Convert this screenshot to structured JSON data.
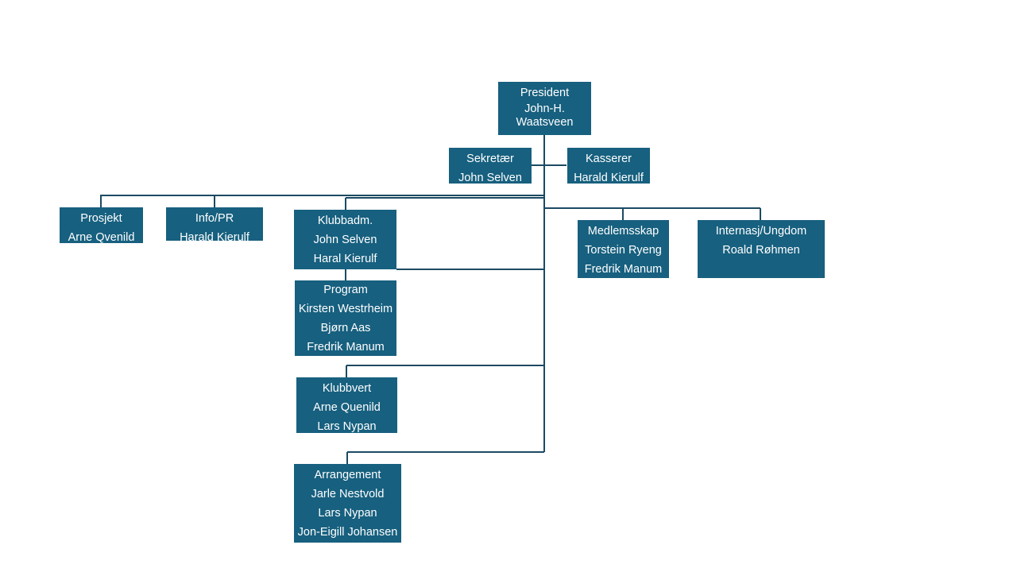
{
  "org": {
    "president": {
      "role": "President",
      "names": [
        "John-H.",
        "Waatsveen"
      ]
    },
    "sekretaer": {
      "role": "Sekretær",
      "names": [
        "John Selven"
      ]
    },
    "kasserer": {
      "role": "Kasserer",
      "names": [
        "Harald Kierulf"
      ]
    },
    "prosjekt": {
      "role": "Prosjekt",
      "names": [
        "Arne Qvenild"
      ]
    },
    "infopr": {
      "role": "Info/PR",
      "names": [
        "Harald Kierulf"
      ]
    },
    "klubbadm": {
      "role": "Klubbadm.",
      "names": [
        "John Selven",
        "Haral Kierulf"
      ]
    },
    "program": {
      "role": "Program",
      "names": [
        "Kirsten Westrheim",
        "Bjørn Aas",
        "Fredrik Manum"
      ]
    },
    "klubbvert": {
      "role": "Klubbvert",
      "names": [
        "Arne Quenild",
        "Lars Nypan"
      ]
    },
    "arrangement": {
      "role": "Arrangement",
      "names": [
        "Jarle Nestvold",
        "Lars Nypan",
        "Jon-Eigill Johansen"
      ]
    },
    "medlemsskap": {
      "role": "Medlemsskap",
      "names": [
        "Torstein Ryeng",
        "Fredrik Manum"
      ]
    },
    "internasjonal": {
      "role": "Internasj/Ungdom",
      "names": [
        "Roald Røhmen"
      ]
    }
  },
  "colors": {
    "box_fill": "#17607f",
    "connector": "#1c4a63",
    "text": "#ffffff"
  }
}
